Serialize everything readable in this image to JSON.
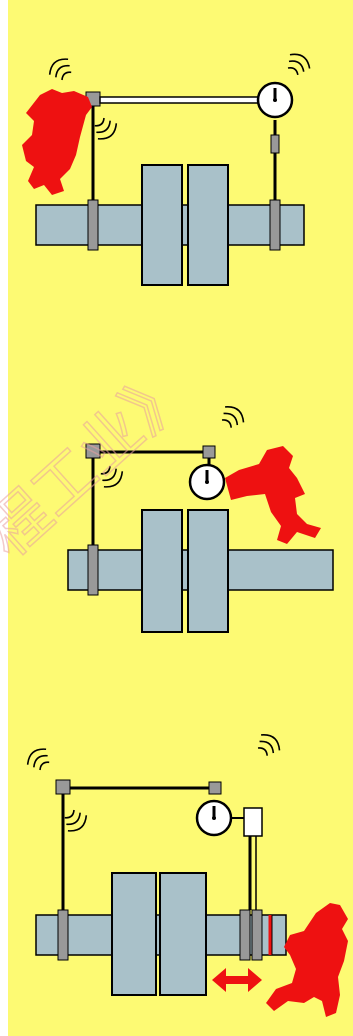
{
  "colors": {
    "background": "#fdfa73",
    "shaft": "#a9c1c9",
    "clamp": "#999999",
    "outline": "#000000",
    "operator": "#ee1111",
    "watermark": "#e9a0a0"
  },
  "watermark": {
    "text": "程工业》"
  },
  "scenes": [
    {
      "name": "scene-1",
      "action": "operator-left-vibration"
    },
    {
      "name": "scene-2",
      "action": "operator-right-pushing-gauge"
    },
    {
      "name": "scene-3",
      "action": "operator-axial-movement"
    }
  ]
}
